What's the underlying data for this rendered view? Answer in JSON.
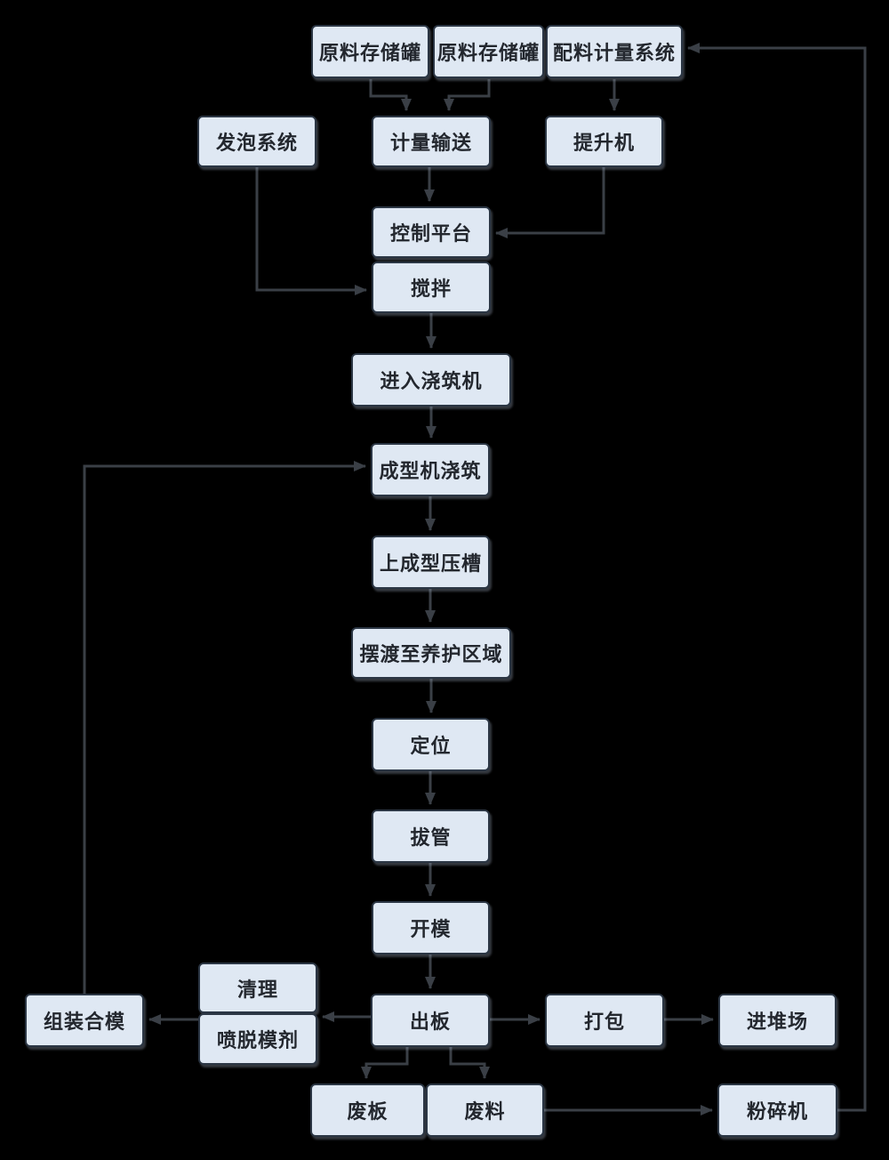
{
  "colors": {
    "background": "#000000",
    "node_fill": "#dfe8f3",
    "node_border": "#2b3644",
    "connector": "#3a3f46",
    "text": "#23272e"
  },
  "nodes": {
    "tank1": {
      "label": "原料存储罐"
    },
    "tank2": {
      "label": "原料存储罐"
    },
    "batching": {
      "label": "配料计量系统"
    },
    "foaming": {
      "label": "发泡系统"
    },
    "metering": {
      "label": "计量输送"
    },
    "hoist": {
      "label": "提升机"
    },
    "control": {
      "label": "控制平台"
    },
    "mixing": {
      "label": "搅拌"
    },
    "pour_in": {
      "label": "进入浇筑机"
    },
    "form_pour": {
      "label": "成型机浇筑"
    },
    "press_groove": {
      "label": "上成型压槽"
    },
    "ferry": {
      "label": "摆渡至养护区域"
    },
    "positioning": {
      "label": "定位"
    },
    "pull_tube": {
      "label": "拔管"
    },
    "open_mold": {
      "label": "开模"
    },
    "out_board": {
      "label": "出板"
    },
    "clean": {
      "label": "清理"
    },
    "spray_agent": {
      "label": "喷脱模剂"
    },
    "assemble": {
      "label": "组装合模"
    },
    "pack": {
      "label": "打包"
    },
    "yard": {
      "label": "进堆场"
    },
    "waste_board": {
      "label": "废板"
    },
    "waste_material": {
      "label": "废料"
    },
    "crusher": {
      "label": "粉碎机"
    }
  },
  "edges": [
    {
      "from": "tank1",
      "to": "metering"
    },
    {
      "from": "tank2",
      "to": "metering"
    },
    {
      "from": "batching",
      "to": "hoist"
    },
    {
      "from": "metering",
      "to": "control"
    },
    {
      "from": "hoist",
      "to": "control"
    },
    {
      "from": "foaming",
      "to": "mixing"
    },
    {
      "from": "mixing",
      "to": "pour_in"
    },
    {
      "from": "pour_in",
      "to": "form_pour"
    },
    {
      "from": "form_pour",
      "to": "press_groove"
    },
    {
      "from": "press_groove",
      "to": "ferry"
    },
    {
      "from": "ferry",
      "to": "positioning"
    },
    {
      "from": "positioning",
      "to": "pull_tube"
    },
    {
      "from": "pull_tube",
      "to": "open_mold"
    },
    {
      "from": "open_mold",
      "to": "out_board"
    },
    {
      "from": "out_board",
      "to": "pack"
    },
    {
      "from": "pack",
      "to": "yard"
    },
    {
      "from": "out_board",
      "to": "clean_spray_stack"
    },
    {
      "from": "clean_spray_stack",
      "to": "assemble"
    },
    {
      "from": "assemble",
      "to": "form_pour"
    },
    {
      "from": "out_board",
      "to": "waste_board"
    },
    {
      "from": "out_board",
      "to": "waste_material"
    },
    {
      "from": "waste_material",
      "to": "crusher"
    },
    {
      "from": "crusher",
      "to": "batching"
    }
  ]
}
